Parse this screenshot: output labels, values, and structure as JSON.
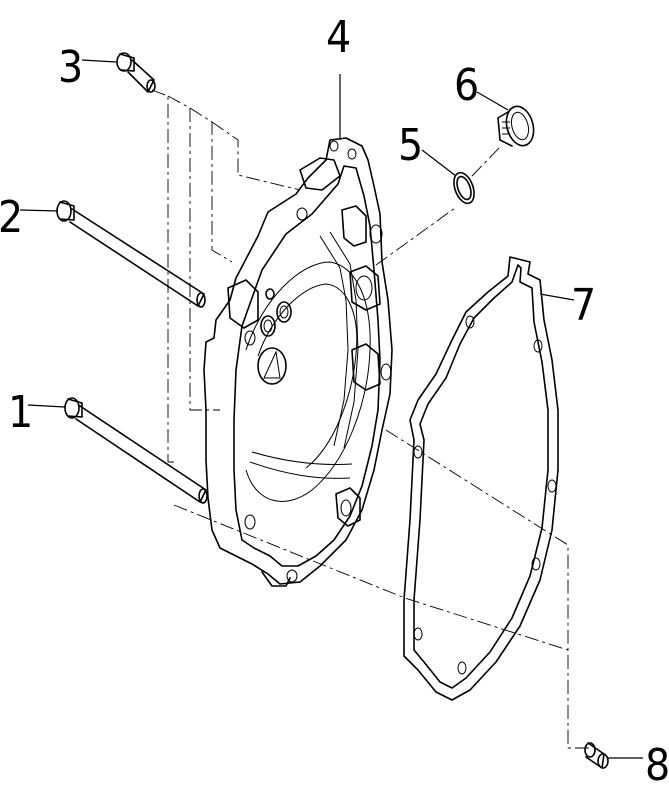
{
  "callouts": {
    "p1": "1",
    "p2": "2",
    "p3": "3",
    "p4": "4",
    "p5": "5",
    "p6": "6",
    "p7": "7",
    "p8": "8"
  }
}
